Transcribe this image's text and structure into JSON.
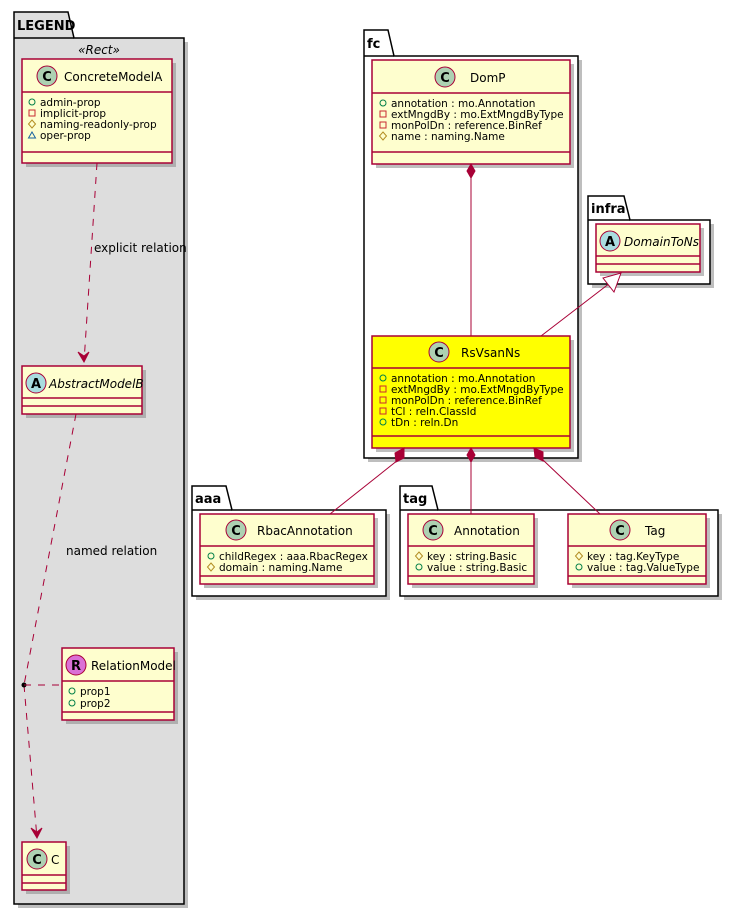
{
  "colors": {
    "class_fill": "#FEFECE",
    "class_border": "#A80036",
    "highlight_fill": "#FFFF00",
    "legend_bg": "#DDDDDD",
    "relation": "#A80036",
    "circle_class": "#ADD1B2",
    "circle_abstract": "#A9DCDF",
    "circle_relation": "#DA70D6"
  },
  "legend": {
    "package_name": "LEGEND",
    "stereotype": "«Rect»",
    "concrete": {
      "glyph": "C",
      "name": "ConcreteModelA",
      "attrs": [
        {
          "vis": "public",
          "text": "admin-prop"
        },
        {
          "vis": "private",
          "text": "implicit-prop"
        },
        {
          "vis": "package",
          "text": "naming-readonly-prop"
        },
        {
          "vis": "protected",
          "text": "oper-prop"
        }
      ]
    },
    "explicit_label": "explicit relation",
    "abstract": {
      "glyph": "A",
      "name": "AbstractModelB"
    },
    "named_label": "named relation",
    "relation_model": {
      "glyph": "R",
      "name": "RelationModel",
      "attrs": [
        {
          "vis": "public",
          "text": "prop1"
        },
        {
          "vis": "public",
          "text": "prop2"
        }
      ]
    },
    "c": {
      "glyph": "C",
      "name": "C"
    }
  },
  "fc": {
    "package_name": "fc",
    "domp": {
      "glyph": "C",
      "name": "DomP",
      "attrs": [
        {
          "vis": "public",
          "text": "annotation : mo.Annotation"
        },
        {
          "vis": "private",
          "text": "extMngdBy : mo.ExtMngdByType"
        },
        {
          "vis": "private",
          "text": "monPolDn : reference.BinRef"
        },
        {
          "vis": "package",
          "text": "name : naming.Name"
        }
      ]
    },
    "rsvsanns": {
      "glyph": "C",
      "name": "RsVsanNs",
      "attrs": [
        {
          "vis": "public",
          "text": "annotation : mo.Annotation"
        },
        {
          "vis": "private",
          "text": "extMngdBy : mo.ExtMngdByType"
        },
        {
          "vis": "private",
          "text": "monPolDn : reference.BinRef"
        },
        {
          "vis": "private",
          "text": "tCl : reln.ClassId"
        },
        {
          "vis": "public",
          "text": "tDn : reln.Dn"
        }
      ]
    }
  },
  "infra": {
    "package_name": "infra",
    "domaintons": {
      "glyph": "A",
      "name": "DomainToNs"
    }
  },
  "aaa": {
    "package_name": "aaa",
    "rbac": {
      "glyph": "C",
      "name": "RbacAnnotation",
      "attrs": [
        {
          "vis": "public",
          "text": "childRegex : aaa.RbacRegex"
        },
        {
          "vis": "package",
          "text": "domain : naming.Name"
        }
      ]
    }
  },
  "tag": {
    "package_name": "tag",
    "annotation": {
      "glyph": "C",
      "name": "Annotation",
      "attrs": [
        {
          "vis": "package",
          "text": "key : string.Basic"
        },
        {
          "vis": "public",
          "text": "value : string.Basic"
        }
      ]
    },
    "tag": {
      "glyph": "C",
      "name": "Tag",
      "attrs": [
        {
          "vis": "package",
          "text": "key : tag.KeyType"
        },
        {
          "vis": "public",
          "text": "value : tag.ValueType"
        }
      ]
    }
  },
  "relations": [
    {
      "from": "ConcreteModelA",
      "to": "AbstractModelB",
      "type": "dashed-arrow",
      "label": "explicit relation"
    },
    {
      "from": "AbstractModelB",
      "to": "C",
      "type": "dashed-arrow",
      "label": "named relation",
      "association_class": "RelationModel"
    },
    {
      "from": "DomP",
      "to": "RsVsanNs",
      "type": "composition"
    },
    {
      "from": "RsVsanNs",
      "to": "DomainToNs",
      "type": "inheritance"
    },
    {
      "from": "RsVsanNs",
      "to": "RbacAnnotation",
      "type": "composition"
    },
    {
      "from": "RsVsanNs",
      "to": "Annotation",
      "type": "composition"
    },
    {
      "from": "RsVsanNs",
      "to": "Tag",
      "type": "composition"
    }
  ]
}
